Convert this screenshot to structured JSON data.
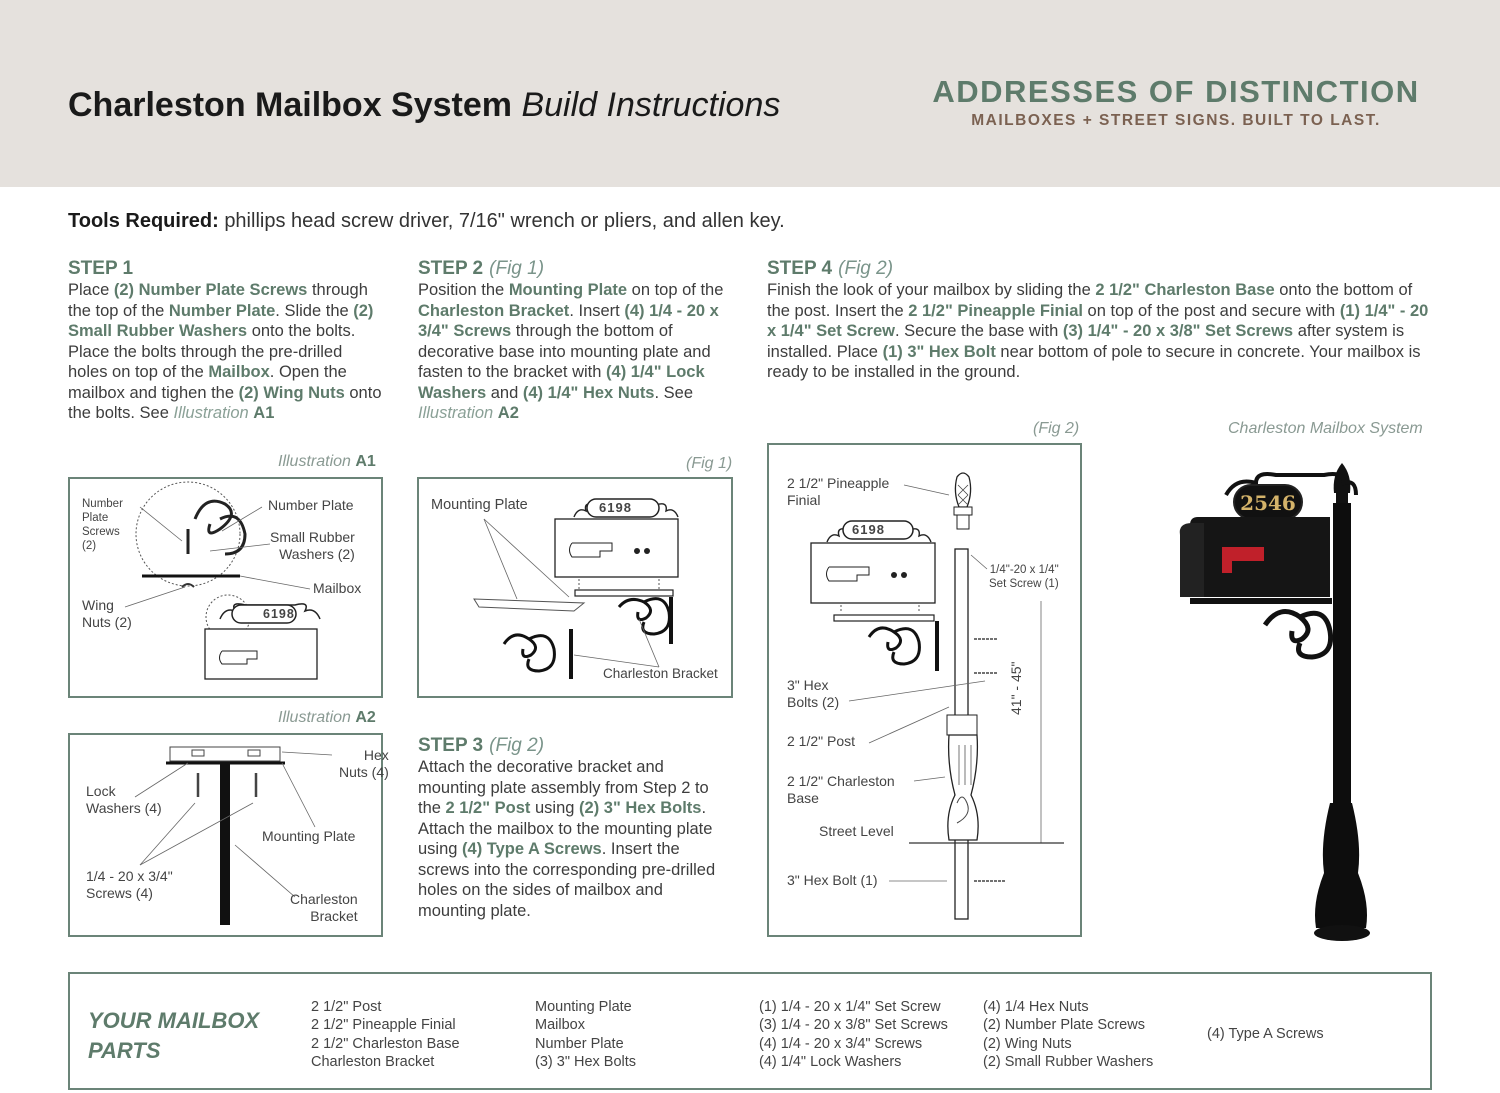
{
  "header": {
    "title_bold": "Charleston Mailbox System",
    "title_light": "Build Instructions",
    "brand_name": "ADDRESSES OF DISTINCTION",
    "brand_tagline": "MAILBOXES + STREET SIGNS. BUILT TO LAST."
  },
  "tools": {
    "label": "Tools Required:",
    "text": "phillips head screw driver, 7/16\" wrench or pliers, and allen key."
  },
  "step1": {
    "title": "STEP 1",
    "t1": "Place ",
    "h1": "(2) Number Plate Screws",
    "t2": " through the top of the ",
    "h2": "Number Plate",
    "t3": ". Slide the ",
    "h3": "(2) Small Rubber Washers",
    "t4": " onto the bolts. Place the bolts through the pre-drilled holes on top of the ",
    "h4": "Mailbox",
    "t5": ". Open the mailbox and tighen the ",
    "h5": "(2) Wing Nuts",
    "t6": " onto the bolts. See ",
    "ill": "Illustration",
    "ref": "A1"
  },
  "step2": {
    "title": "STEP 2",
    "fig": "(Fig 1)",
    "t1": "Position the ",
    "h1": "Mounting Plate",
    "t2": " on top of the ",
    "h2": "Charleston Bracket",
    "t3": ". Insert ",
    "h3": "(4) 1/4 - 20 x 3/4\" Screws",
    "t4": " through the bottom of decorative base into mounting plate and fasten  to the bracket with ",
    "h4": "(4) 1/4\" Lock Washers",
    "t5": " and ",
    "h5": "(4) 1/4\" Hex Nuts",
    "t6": ". See ",
    "ill": "Illustration",
    "ref": "A2"
  },
  "step3": {
    "title": "STEP 3",
    "fig": "(Fig 2)",
    "t1": "Attach the decorative bracket and mounting plate assembly from Step 2 to the ",
    "h1": "2 1/2\" Post",
    "t2": " using ",
    "h2": "(2) 3\" Hex Bolts",
    "t3": ". Attach the mailbox to the mounting plate using ",
    "h3": "(4) Type A Screws",
    "t4": ". Insert the screws into the corresponding pre-drilled holes on the sides of mailbox and mounting plate."
  },
  "step4": {
    "title": "STEP 4",
    "fig": "(Fig 2)",
    "t1": "Finish the look of your mailbox by sliding the ",
    "h1": "2 1/2\" Charleston Base",
    "t2": " onto the bottom of the post. Insert the ",
    "h2": "2 1/2\" Pineapple Finial",
    "t3": " on top of the post and secure with ",
    "h3": "(1) 1/4\" - 20 x 1/4\" Set Screw",
    "t4": ". Secure the base with ",
    "h4": "(3) 1/4\" - 20 x 3/8\" Set Screws",
    "t5": " after system is installed. Place ",
    "h5": "(1) 3\" Hex Bolt",
    "t6": " near bottom of pole to secure in concrete. Your mailbox is ready to be installed in the ground."
  },
  "illA1": {
    "caption": "Illustration",
    "ref": "A1",
    "l_screws": "Number\nPlate\nScrews\n(2)",
    "l_plate": "Number Plate",
    "l_washers": "Small Rubber\nWashers (2)",
    "l_mailbox": "Mailbox",
    "l_wing": "Wing\nNuts (2)",
    "plate_number": "6198"
  },
  "illA2": {
    "caption": "Illustration",
    "ref": "A2",
    "l_hex": "Hex\nNuts (4)",
    "l_lock": "Lock\nWashers (4)",
    "l_mount": "Mounting Plate",
    "l_screws": "1/4 - 20 x 3/4\"\nScrews (4)",
    "l_bracket": "Charleston\nBracket"
  },
  "fig1": {
    "caption": "(Fig 1)",
    "l_mount": "Mounting Plate",
    "l_bracket": "Charleston Bracket",
    "plate_number": "6198"
  },
  "fig2": {
    "caption": "(Fig 2)",
    "l_finial": "2 1/2\" Pineapple\nFinial",
    "l_setscrew": "1/4\"-20 x 1/4\"\nSet Screw (1)",
    "l_hexbolts": "3\" Hex\nBolts (2)",
    "l_post": "2 1/2\" Post",
    "l_base": "2 1/2\" Charleston\nBase",
    "l_street": "Street Level",
    "l_hexbolt": "3\" Hex Bolt (1)",
    "l_height": "41\" - 45\"",
    "plate_number": "6198"
  },
  "product": {
    "caption": "Charleston Mailbox System",
    "plate_number": "2546"
  },
  "parts": {
    "title": "YOUR MAILBOX\nPARTS",
    "col1": [
      "2 1/2\" Post",
      "2 1/2\" Pineapple Finial",
      "2 1/2\" Charleston Base",
      "Charleston Bracket"
    ],
    "col2": [
      "Mounting Plate",
      "Mailbox",
      "Number Plate",
      "(3) 3\" Hex Bolts"
    ],
    "col3": [
      "(1) 1/4 - 20 x 1/4\" Set Screw",
      "(3) 1/4 - 20 x 3/8\" Set Screws",
      "(4) 1/4 - 20 x 3/4\" Screws",
      "(4) 1/4\" Lock Washers"
    ],
    "col4": [
      "(4) 1/4 Hex Nuts",
      "(2) Number Plate Screws",
      "(2) Wing Nuts",
      "(2) Small Rubber Washers"
    ],
    "col5": [
      "(4) Type A Screws"
    ]
  },
  "colors": {
    "accent": "#5e7b6b",
    "brand_tag": "#7b6151",
    "header_bg": "#e5e1dd"
  }
}
